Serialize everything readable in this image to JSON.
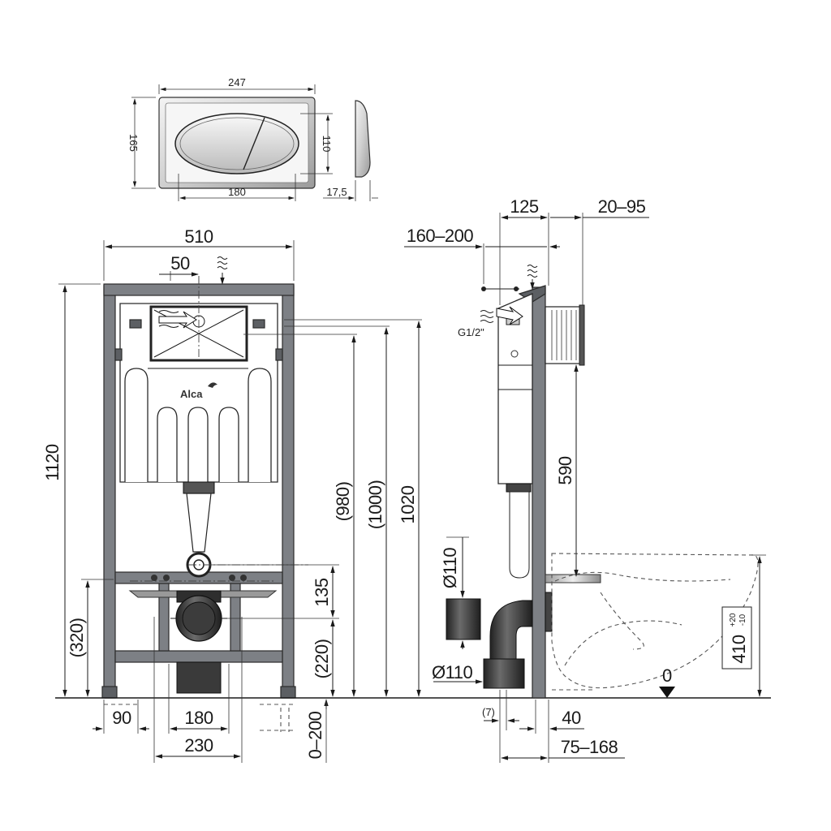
{
  "flush_plate": {
    "width": "247",
    "height": "165",
    "inner_height": "110",
    "inner_width": "180",
    "thickness": "17,5"
  },
  "front_view": {
    "frame_width": "510",
    "offset_50": "50",
    "frame_height": "1120",
    "logo": "Alca",
    "height_980": "(980)",
    "height_1000": "(1000)",
    "height_1020": "1020",
    "dim_135": "135",
    "dim_220": "(220)",
    "dim_320": "(320)",
    "dim_90": "90",
    "dim_180": "180",
    "dim_230": "230",
    "feet_adjust": "0–200"
  },
  "side_view": {
    "dim_125": "125",
    "dim_20_95": "20–95",
    "dim_160_200": "160–200",
    "thread": "G1/2\"",
    "dim_590": "590",
    "pipe_top": "Ø110",
    "pipe_bottom": "Ø110",
    "floor_level": "0",
    "bowl_height": "410",
    "bowl_tol_plus": "+20",
    "bowl_tol_minus": "-10",
    "dim_7": "(7)",
    "dim_40": "40",
    "dim_75_168": "75–168"
  }
}
